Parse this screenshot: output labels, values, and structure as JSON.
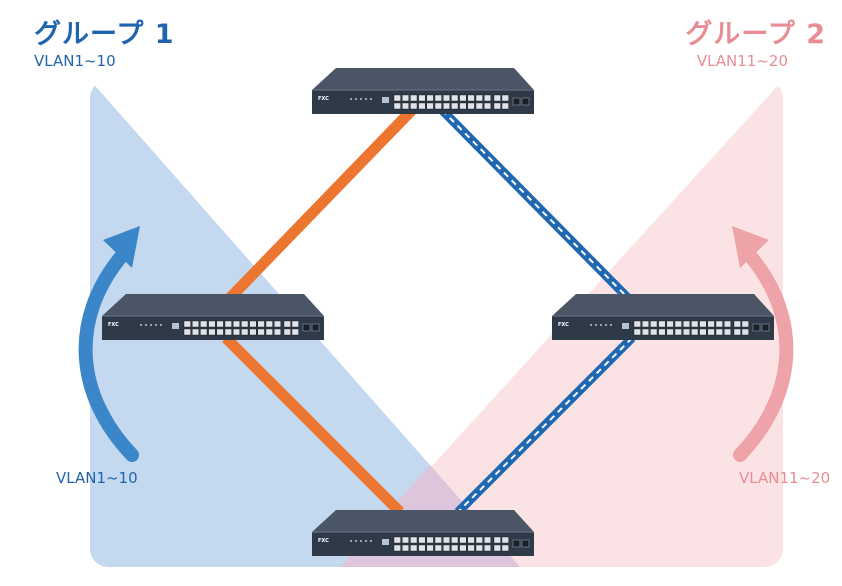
{
  "colors": {
    "group1": "#1f64ad",
    "group1_light": "#3a86c8",
    "group1_fill": "#c4d9ef",
    "group2": "#e88d95",
    "group2_light": "#eea3a8",
    "group2_fill": "#fbe3e5",
    "overlap_fill": "#ddc6dc",
    "orange_link": "#ec7630",
    "blue_link": "#1f68b1",
    "switch_body": "#2f3a49"
  },
  "group1": {
    "title": "グループ 1",
    "vlan_range": "VLAN1~10",
    "arrow_label": "VLAN1~10"
  },
  "group2": {
    "title": "グループ 2",
    "vlan_range": "VLAN11~20",
    "arrow_label": "VLAN11~20"
  },
  "switches": [
    {
      "name": "switch-top",
      "logo": "FXC"
    },
    {
      "name": "switch-left",
      "logo": "FXC"
    },
    {
      "name": "switch-right",
      "logo": "FXC"
    },
    {
      "name": "switch-bottom",
      "logo": "FXC"
    }
  ],
  "links": [
    {
      "from": "switch-top",
      "to": "switch-left",
      "style": "orange-solid"
    },
    {
      "from": "switch-left",
      "to": "switch-bottom",
      "style": "orange-solid"
    },
    {
      "from": "switch-top",
      "to": "switch-right",
      "style": "blue-dashed"
    },
    {
      "from": "switch-right",
      "to": "switch-bottom",
      "style": "blue-dashed"
    }
  ]
}
